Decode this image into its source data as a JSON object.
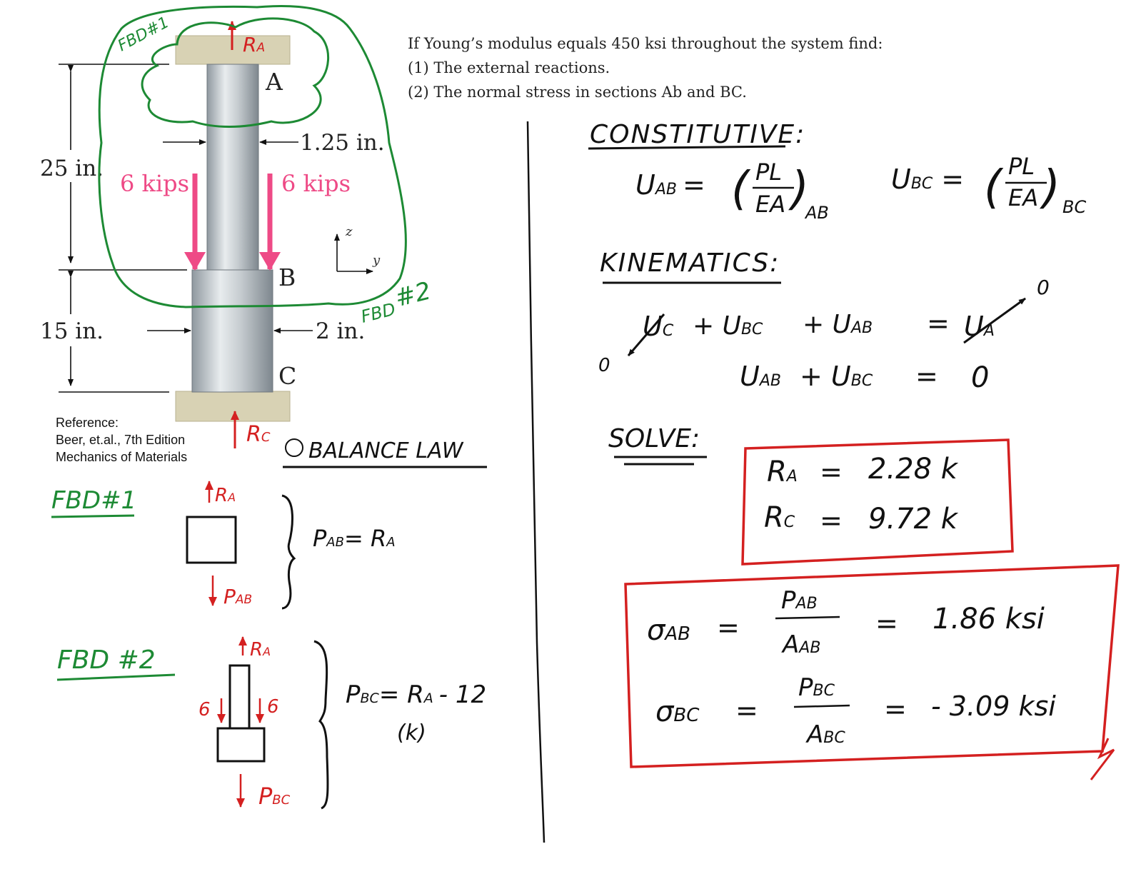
{
  "problem": {
    "line1": "If Young’s modulus equals 450 ksi throughout the system find:",
    "line2": "(1) The external reactions.",
    "line3": "(2) The normal stress in sections Ab and BC."
  },
  "reference": {
    "label": "Reference:",
    "book": "Beer, et.al., 7th Edition",
    "title": "Mechanics of Materials"
  },
  "figure": {
    "point_a": "A",
    "point_b": "B",
    "point_c": "C",
    "dim_ab_length": "25 in.",
    "dim_bc_length": "15 in.",
    "dim_ab_diameter": "1.25 in.",
    "dim_bc_diameter": "2 in.",
    "load_left": "6 kips",
    "load_right": "6 kips",
    "axis_z": "z",
    "axis_y": "y",
    "reaction_a": "R",
    "reaction_a_sub": "A",
    "reaction_c": "R",
    "reaction_c_sub": "C",
    "fbd1_tag": "FBD#1",
    "fbd2_tag": "FBD",
    "fbd2_num": "#2"
  },
  "balance": {
    "heading": "BALANCE LAW",
    "fbd1_label": "FBD#1",
    "fbd2_label": "FBD #2",
    "fbd1_top": "R",
    "fbd1_top_sub": "A",
    "fbd1_bottom": "P",
    "fbd1_bottom_sub": "AB",
    "fbd2_top": "R",
    "fbd2_top_sub": "A",
    "fbd2_left": "6",
    "fbd2_right": "6",
    "fbd2_bottom": "P",
    "fbd2_bottom_sub": "BC",
    "eq1_lhs": "P",
    "eq1_lhs_sub": "AB",
    "eq1_rhs": "= R",
    "eq1_rhs_sub": "A",
    "eq2_lhs": "P",
    "eq2_lhs_sub": "BC",
    "eq2_rhs": "= R",
    "eq2_rhs_sub": "A",
    "eq2_tail": "- 12",
    "eq2_unit": "(k)"
  },
  "constitutive": {
    "heading": "CONSTITUTIVE:",
    "u_ab": "U",
    "u_ab_sub": "AB",
    "u_bc": "U",
    "u_bc_sub": "BC",
    "eq": "=",
    "num": "PL",
    "den": "EA",
    "sub_ab": "AB",
    "sub_bc": "BC"
  },
  "kinematics": {
    "heading": "KINEMATICS:",
    "line1_uc": "U",
    "line1_uc_sub": "C",
    "line1_mid": "+ U",
    "line1_mid_sub": "BC",
    "line1_plus": "+ U",
    "line1_plus_sub": "AB",
    "line1_eq": "=",
    "line1_ua": "U",
    "line1_ua_sub": "A",
    "zero_left": "0",
    "zero_right": "0",
    "line2_a": "U",
    "line2_a_sub": "AB",
    "line2_b": "+ U",
    "line2_b_sub": "BC",
    "line2_eq": "=",
    "line2_zero": "0"
  },
  "solve": {
    "heading": "SOLVE:",
    "ra_lhs": "R",
    "ra_sub": "A",
    "ra_eq": "=",
    "ra_val": "2.28 k",
    "rc_lhs": "R",
    "rc_sub": "C",
    "rc_eq": "=",
    "rc_val": "9.72 k",
    "s_ab": "σ",
    "s_ab_sub": "AB",
    "s_ab_eq": "=",
    "s_ab_num": "P",
    "s_ab_num_sub": "AB",
    "s_ab_den": "A",
    "s_ab_den_sub": "AB",
    "s_ab_eq2": "=",
    "s_ab_val": "1.86 ksi",
    "s_bc": "σ",
    "s_bc_sub": "BC",
    "s_bc_eq": "=",
    "s_bc_num": "P",
    "s_bc_num_sub": "BC",
    "s_bc_den": "A",
    "s_bc_den_sub": "BC",
    "s_bc_eq2": "=",
    "s_bc_val": "- 3.09 ksi"
  },
  "colors": {
    "ink": "#111111",
    "red": "#d42020",
    "green": "#1d8a34",
    "pink": "#ee4a86",
    "support": "#d8d2b4",
    "rod": "#c9cfd3"
  }
}
